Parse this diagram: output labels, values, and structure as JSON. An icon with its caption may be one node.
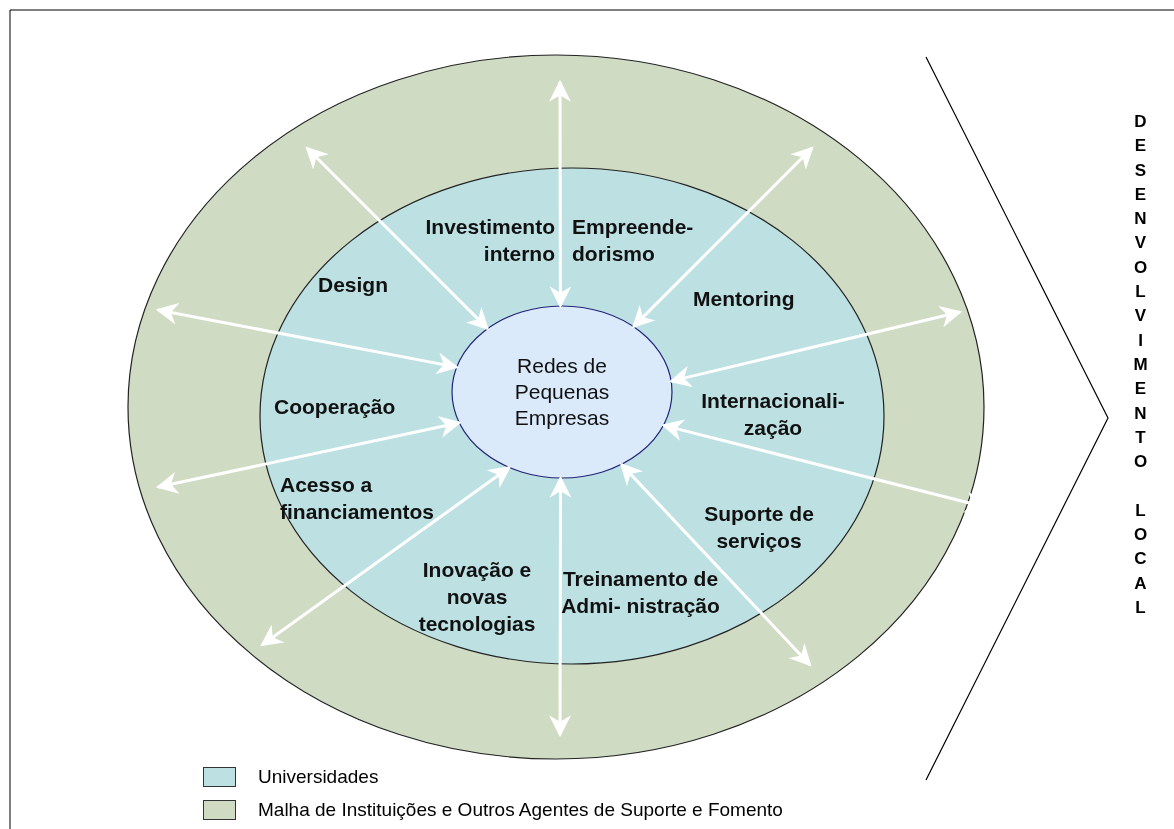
{
  "diagram": {
    "nodes": [
      {
        "text": [],
        "shape": "ellipse"
      },
      {
        "text": [],
        "shape": "ellipse",
        "in": 0
      },
      {
        "text": [
          "Redes de Pequenas Empresas"
        ],
        "in": 1
      }
    ],
    "edges": [
      {
        "from": null,
        "to": 2,
        "arrow": "both"
      },
      {
        "from": null,
        "to": 2,
        "arrow": "both"
      },
      {
        "from": null,
        "to": 2,
        "arrow": "both"
      },
      {
        "from": null,
        "to": 2,
        "arrow": "both"
      },
      {
        "from": null,
        "to": 2,
        "arrow": "both"
      },
      {
        "from": null,
        "to": 2,
        "arrow": "both"
      },
      {
        "from": null,
        "to": 2,
        "arrow": "both"
      },
      {
        "from": null,
        "to": 2,
        "arrow": "both"
      },
      {
        "from": null,
        "to": 2,
        "arrow": "both"
      },
      {
        "from": null,
        "to": 2,
        "arrow": "both"
      }
    ],
    "labels": [
      "Investimento interno",
      "Empreende- dorismo",
      "Design",
      "Mentoring",
      "Cooperação",
      "Internacionali- zação",
      "Acesso a financiamentos",
      "Suporte de serviços",
      "Inovação e novas tecnologias",
      "Treinamento de Admi- nistração",
      "DESENVOLVIMENTO LOCAL"
    ],
    "legend": [
      {
        "text": "Universidades",
        "color": "#bde0e3"
      },
      {
        "text": "Malha de Instituições e Outros Agentes de Suporte e Fomento",
        "color": "#cfdcc3"
      }
    ]
  }
}
